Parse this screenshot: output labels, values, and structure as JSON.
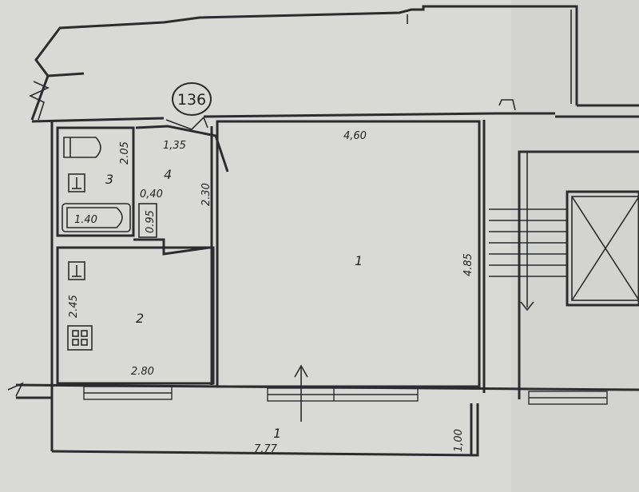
{
  "plan": {
    "flat_number": "136",
    "rooms": [
      {
        "id": "room-1",
        "label": "1"
      },
      {
        "id": "room-2",
        "label": "2"
      },
      {
        "id": "room-3",
        "label": "3"
      },
      {
        "id": "room-4",
        "label": "4"
      },
      {
        "id": "balcony",
        "label": "1"
      }
    ],
    "dimensions": {
      "room1_width": "4,60",
      "room1_depth": "4.85",
      "room2_depth": "2.45",
      "room2_width": "2.80",
      "room3_depth": "2.05",
      "bath_length": "1.40",
      "hall_width": "1,35",
      "hall_depth": "2.30",
      "niche_width": "0,40",
      "niche_depth": "0.95",
      "balcony_length": "7.77",
      "balcony_depth": "1,00"
    }
  }
}
